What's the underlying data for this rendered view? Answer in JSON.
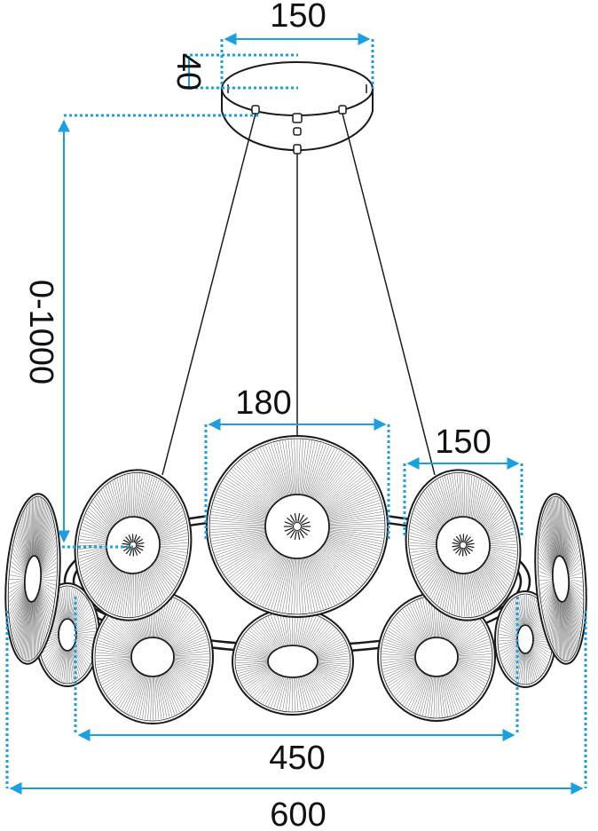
{
  "diagram": {
    "subject": "pendant-chandelier-dimensions",
    "dimension_color": "#1a9fe0",
    "line_color": "#1a1a1a",
    "dimensions": {
      "canopy_width": "150",
      "canopy_height": "40",
      "suspension_length": "0-1000",
      "center_disc_diameter": "180",
      "side_disc_diameter": "150",
      "inner_ring_width": "450",
      "overall_width": "600"
    }
  }
}
